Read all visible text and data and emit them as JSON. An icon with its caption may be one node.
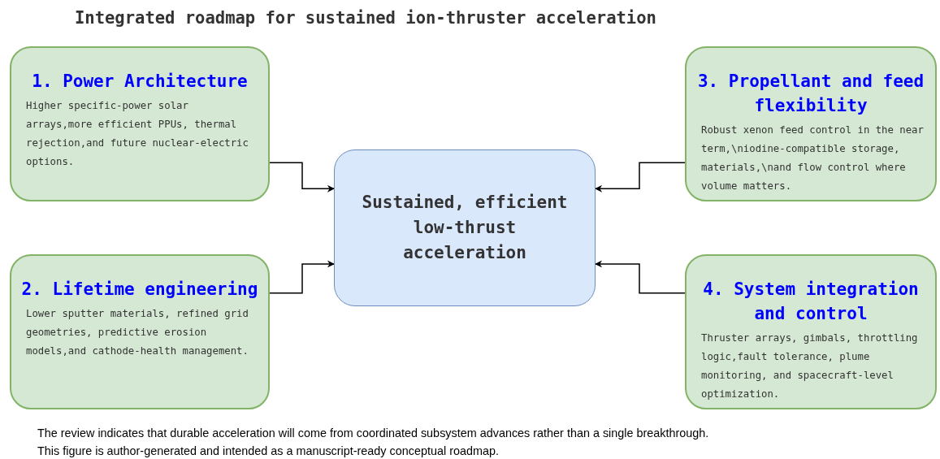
{
  "diagram": {
    "title": "Integrated roadmap for sustained ion-thruster acceleration",
    "caption": "The review indicates that durable acceleration will come from coordinated subsystem advances rather than a single breakthrough. This figure is author-generated and intended as a manuscript-ready conceptual roadmap.",
    "nodes": [
      {
        "text": [
          "1. Power Architecture",
          "Higher specific-power solar arrays,more efficient PPUs, thermal rejection,and future nuclear-electric options."
        ]
      },
      {
        "text": [
          "3. Propellant and feed flexibility",
          "Robust xenon feed control in the near term,\\niodine-compatible storage, materials,\\nand flow control where volume matters."
        ]
      },
      {
        "text": [
          "Sustained, efficient low-thrust acceleration"
        ]
      },
      {
        "text": [
          "2. Lifetime engineering",
          "Lower sputter materials, refined grid geometries, predictive erosion models,and cathode-health management."
        ]
      },
      {
        "text": [
          "4. System integration and control",
          "Thruster arrays, gimbals, throttling logic,fault tolerance, plume monitoring, and spacecraft-level optimization."
        ]
      }
    ],
    "edges": [
      {
        "from": 0,
        "to": 2,
        "arrow": "to"
      },
      {
        "from": 3,
        "to": 2,
        "arrow": "to"
      },
      {
        "from": 1,
        "to": 2,
        "arrow": "to"
      },
      {
        "from": 4,
        "to": 2,
        "arrow": "to"
      }
    ]
  }
}
